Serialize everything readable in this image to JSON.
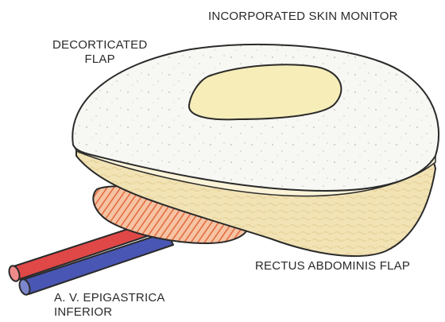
{
  "labels": {
    "skin_monitor": "INCORPORATED SKIN MONITOR",
    "decorticated_line1": "DECORTICATED",
    "decorticated_line2": "FLAP",
    "rectus": "RECTUS ABDOMINIS FLAP",
    "epigastrica_line1": "A. V. EPIGASTRICA",
    "epigastrica_line2": "INFERIOR"
  },
  "colors": {
    "skin_surface": "#f7f7f3",
    "skin_monitor": "#f6edb8",
    "fat_layer": "#f2e3b5",
    "muscle": "#ef9a73",
    "artery": "#e04848",
    "vein": "#4a56b4",
    "outline": "#2a2a2a"
  }
}
